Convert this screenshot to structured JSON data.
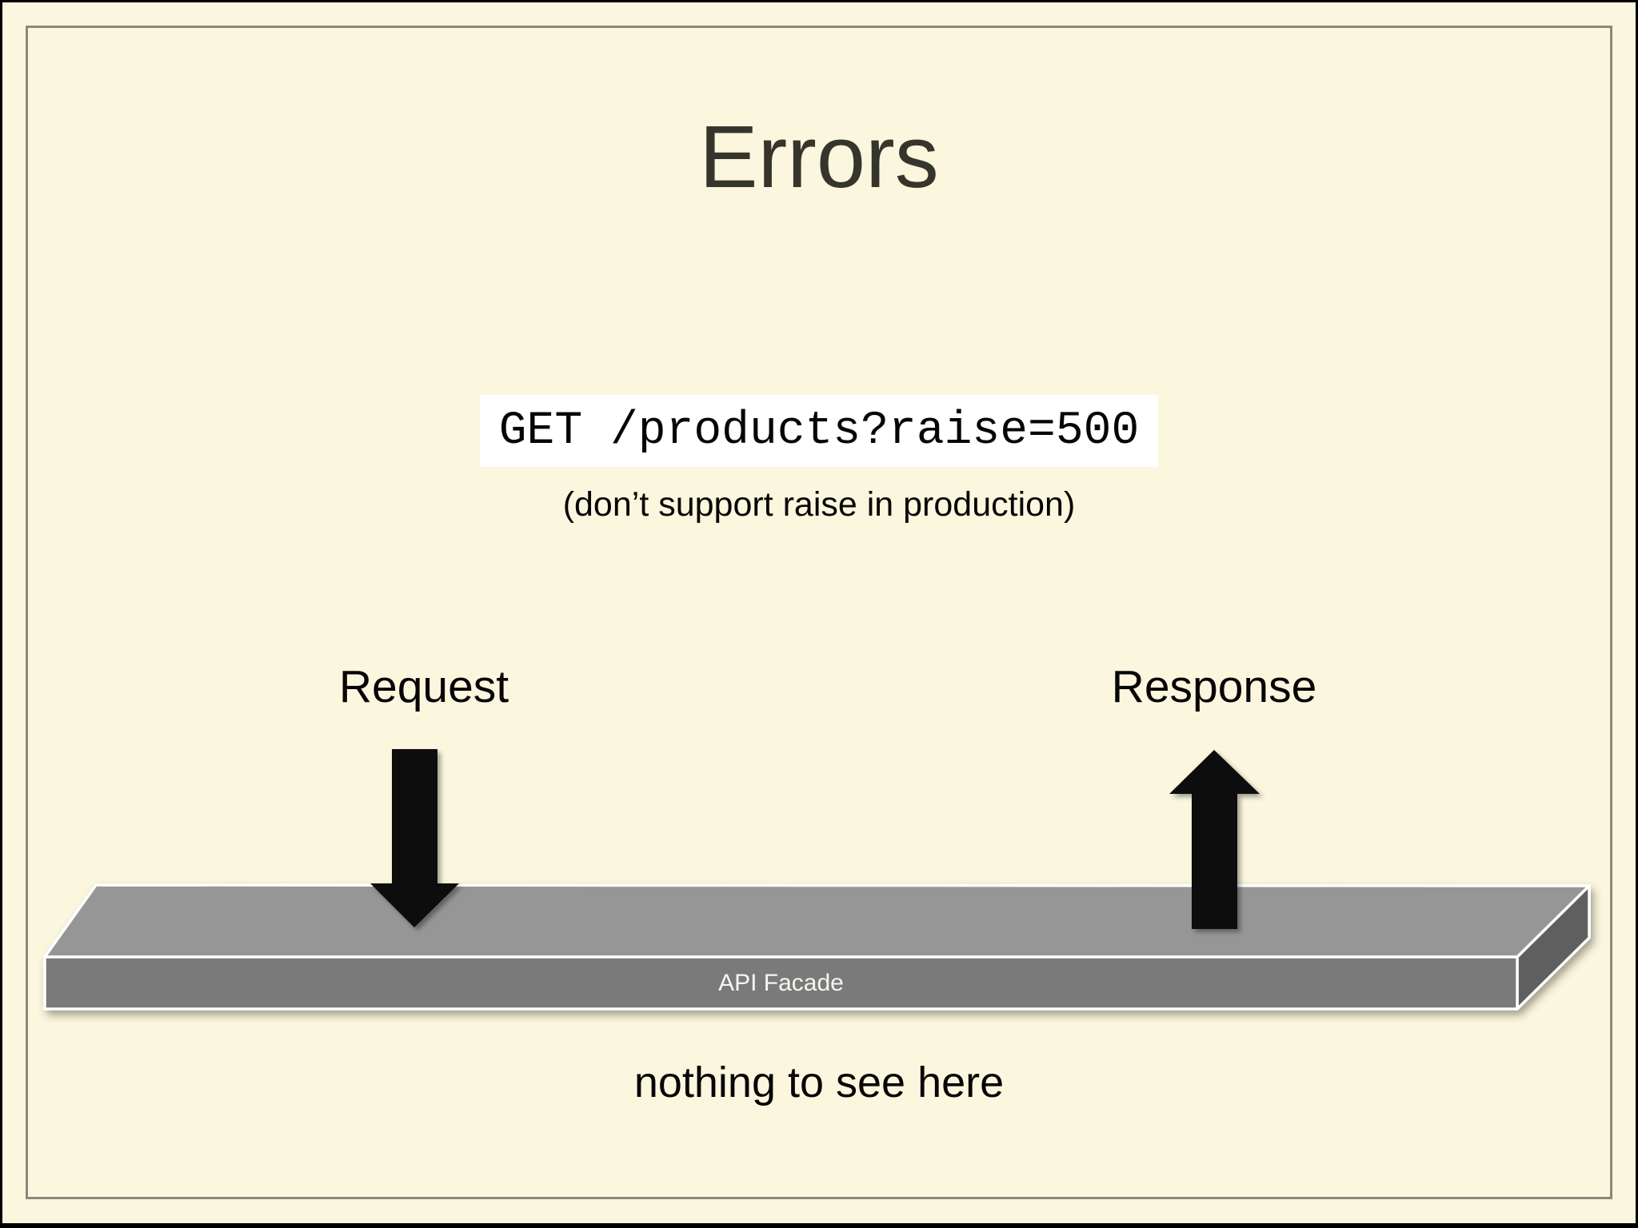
{
  "slide": {
    "title": "Errors",
    "request_example": {
      "code": "GET /products?raise=500",
      "note": "(don’t support raise in production)"
    },
    "flow": {
      "request_label": "Request",
      "response_label": "Response"
    },
    "facade": {
      "label": "API Facade"
    },
    "footer": {
      "note": "nothing to see here"
    }
  },
  "icons": {
    "request_arrow": "down-arrow-icon",
    "response_arrow": "up-arrow-icon"
  },
  "colors": {
    "background": "#FBF6DE",
    "frame": "#000000",
    "inner_border": "#8A887C",
    "title_text": "#35352C",
    "body_text": "#060606",
    "code_background": "#FFFFFF",
    "arrow_fill": "#0B0B0B",
    "slab_top": "#969696",
    "slab_front": "#7A7A7A",
    "slab_side": "#5F5F5F",
    "slab_outline": "#FFFFFF",
    "facade_text": "#F6F6F1"
  }
}
